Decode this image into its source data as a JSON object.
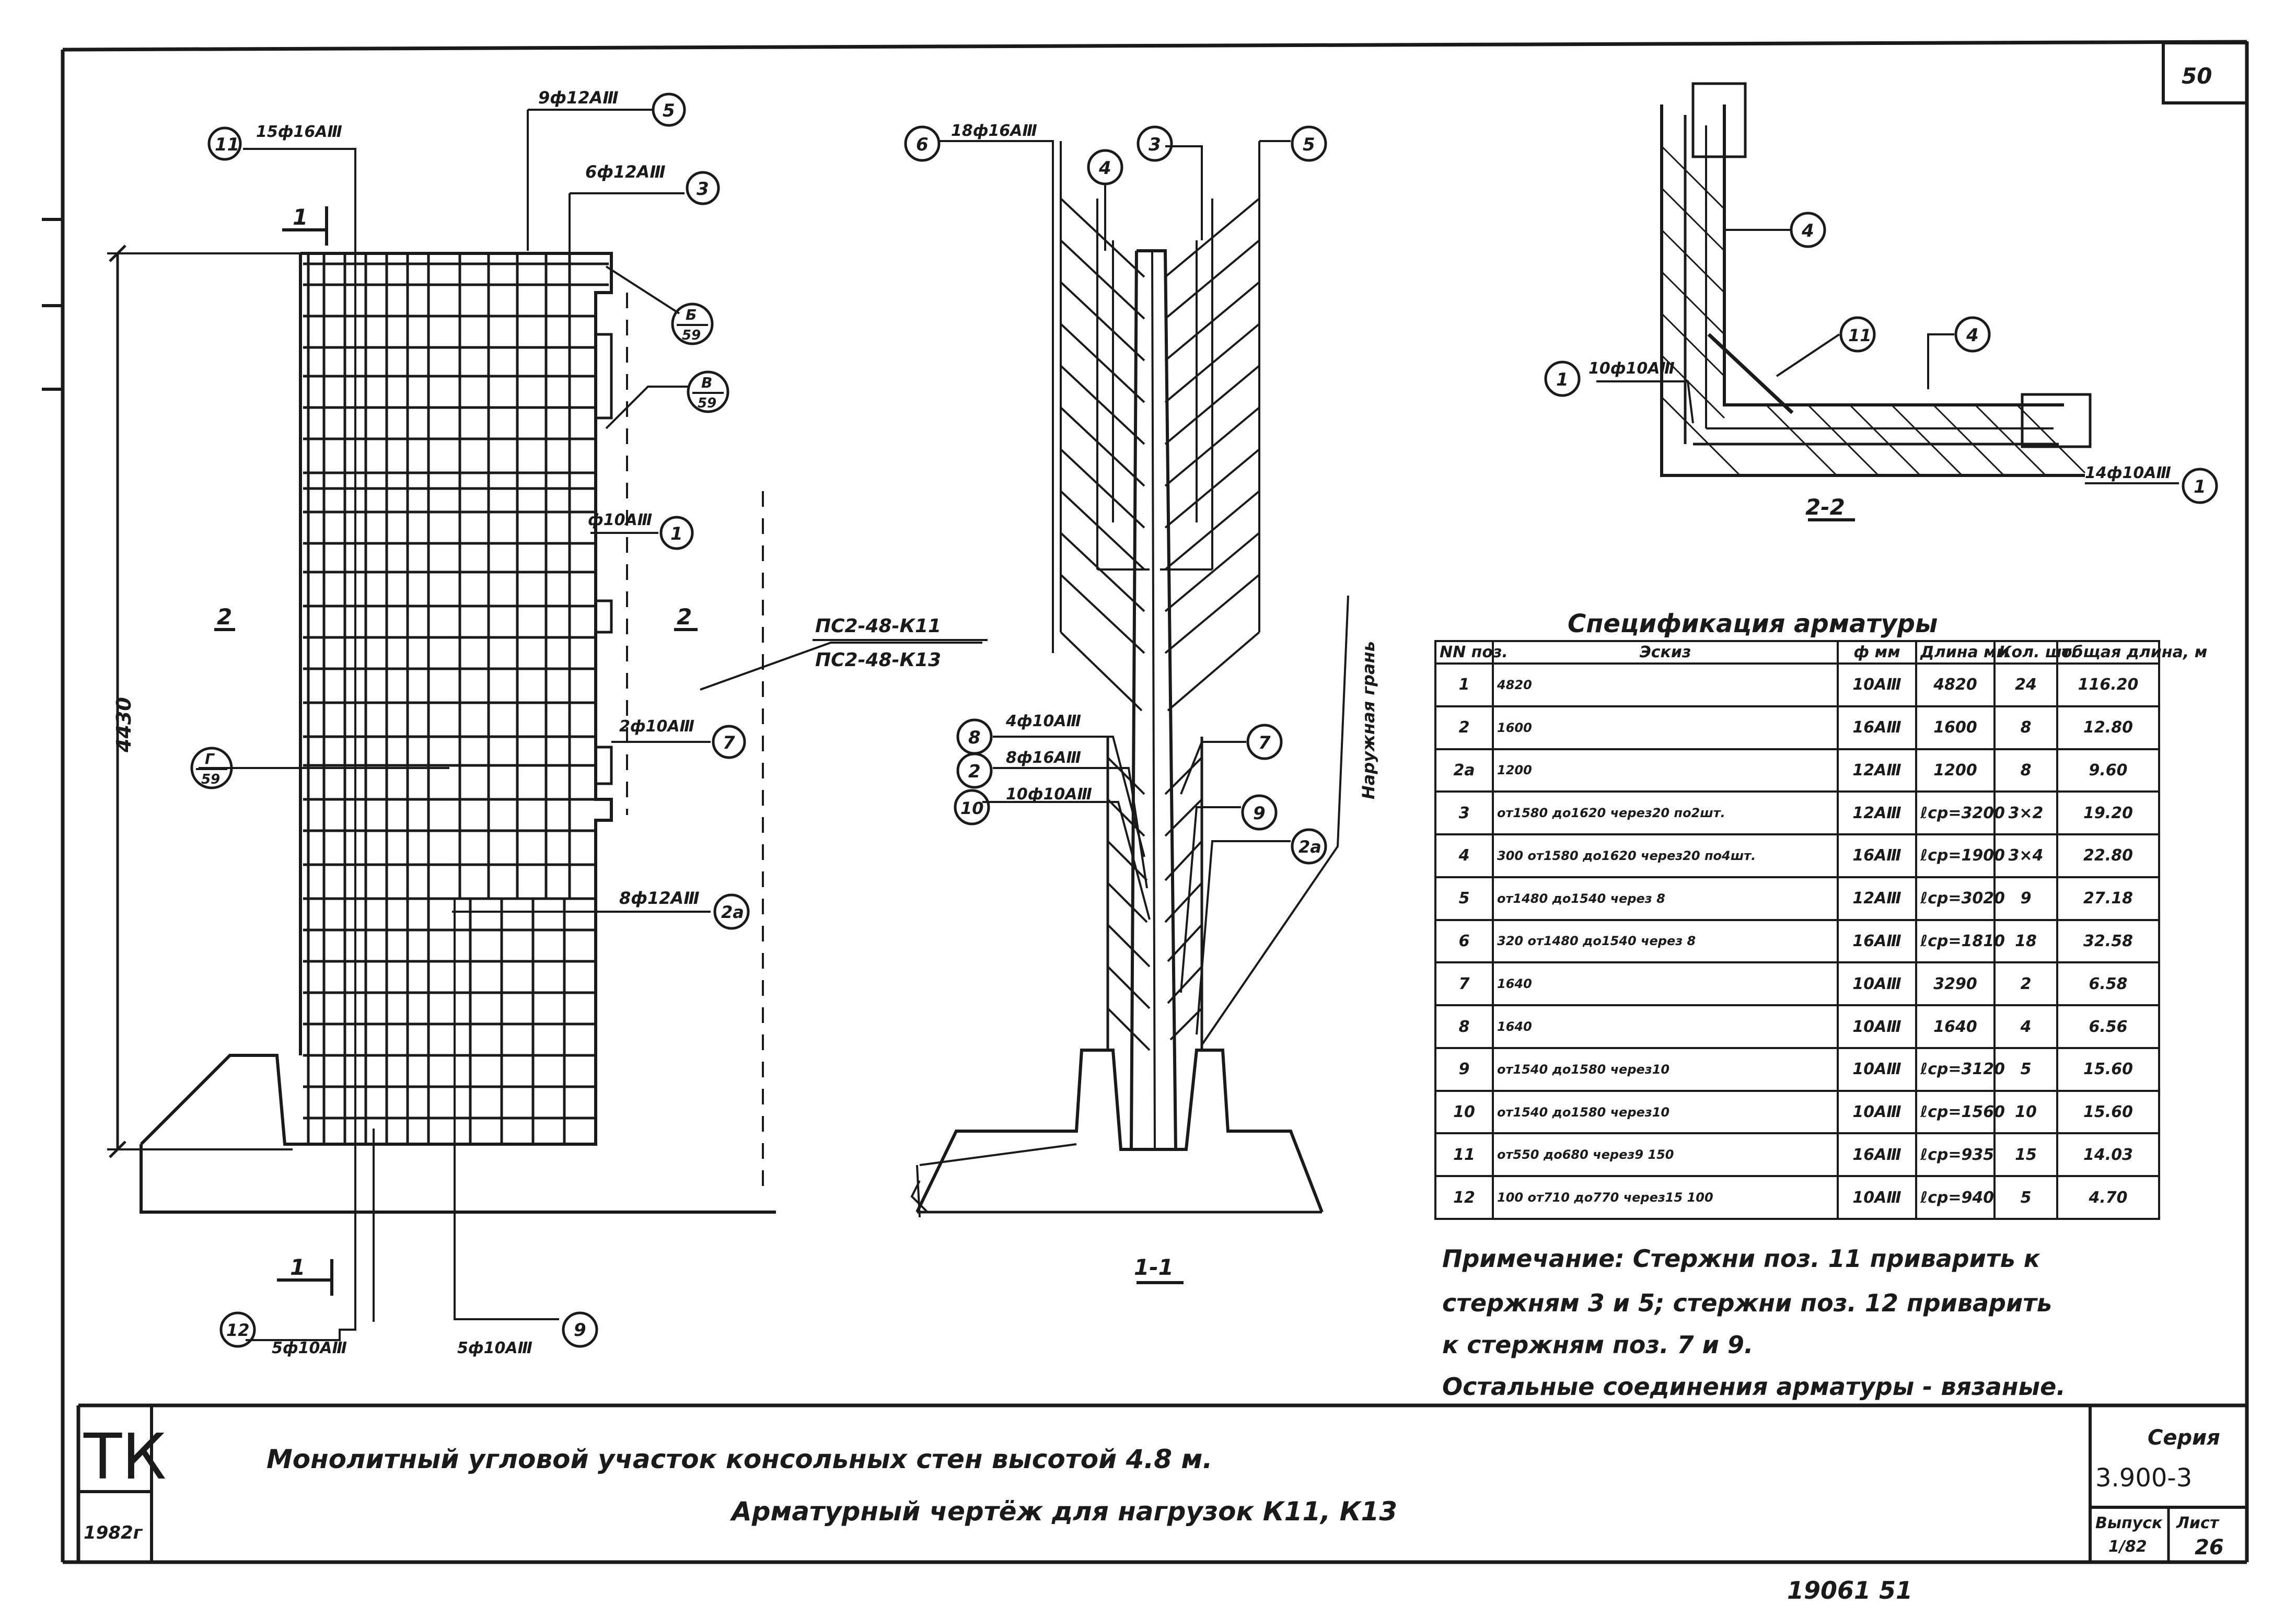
{
  "sheet": {
    "page_number": "50",
    "bottom_code": "19061 51"
  },
  "elevation": {
    "height_dim": "4430",
    "section_mark_top": "1",
    "section_mark_bottom": "1",
    "zone_left": "2",
    "zone_right": "2",
    "panel_label_1": "ПС2-48-К11",
    "panel_label_2": "ПС2-48-К13",
    "callouts": [
      {
        "num": "11",
        "text": "15ф16АⅢ"
      },
      {
        "num": "5",
        "text": "9ф12АⅢ"
      },
      {
        "num": "3",
        "text": "6ф12АⅢ"
      },
      {
        "num": "1",
        "text": "ф10АⅢ"
      },
      {
        "num": "7",
        "text": "2ф10АⅢ"
      },
      {
        "num": "2а",
        "text": "8ф12АⅢ"
      },
      {
        "num": "12",
        "text": "5ф10АⅢ"
      },
      {
        "num": "9",
        "text": "5ф10АⅢ"
      }
    ],
    "node_refs": [
      {
        "top": "Б",
        "bottom": "59"
      },
      {
        "top": "В",
        "bottom": "59"
      },
      {
        "top": "Г",
        "bottom": "59"
      }
    ]
  },
  "section_1_1": {
    "title": "1-1",
    "outer_face": "Наружная грань",
    "callouts": [
      {
        "num": "6",
        "text": "18ф16АⅢ"
      },
      {
        "num": "4",
        "text": ""
      },
      {
        "num": "3",
        "text": ""
      },
      {
        "num": "5",
        "text": ""
      },
      {
        "num": "8",
        "text": "4ф10АⅢ"
      },
      {
        "num": "2",
        "text": "8ф16АⅢ"
      },
      {
        "num": "10",
        "text": "10ф10АⅢ"
      },
      {
        "num": "7",
        "text": ""
      },
      {
        "num": "9",
        "text": ""
      },
      {
        "num": "2а",
        "text": ""
      }
    ]
  },
  "section_2_2": {
    "title": "2-2",
    "callouts": [
      {
        "num": "4",
        "text": ""
      },
      {
        "num": "11",
        "text": ""
      },
      {
        "num": "4",
        "text": ""
      },
      {
        "num": "1",
        "text": "10ф10АⅢ"
      },
      {
        "num": "1",
        "text": "14ф10АⅢ"
      }
    ]
  },
  "spec": {
    "title": "Спецификация арматуры",
    "headers": [
      "NN поз.",
      "Эскиз",
      "ф мм",
      "Длина мм",
      "Кол. шт.",
      "общая длина, м"
    ],
    "rows": [
      {
        "pos": "1",
        "sketch": "4820",
        "dia": "10АⅢ",
        "len": "4820",
        "qty": "24",
        "total": "116.20"
      },
      {
        "pos": "2",
        "sketch": "1600",
        "dia": "16АⅢ",
        "len": "1600",
        "qty": "8",
        "total": "12.80"
      },
      {
        "pos": "2а",
        "sketch": "1200",
        "dia": "12АⅢ",
        "len": "1200",
        "qty": "8",
        "total": "9.60"
      },
      {
        "pos": "3",
        "sketch": "от1580 до1620 через20 по2шт.",
        "dia": "12АⅢ",
        "len": "ℓср=3200",
        "qty": "3×2",
        "total": "19.20"
      },
      {
        "pos": "4",
        "sketch": "300 от1580 до1620 через20 по4шт.",
        "dia": "16АⅢ",
        "len": "ℓср=1900",
        "qty": "3×4",
        "total": "22.80"
      },
      {
        "pos": "5",
        "sketch": "от1480 до1540 через 8",
        "dia": "12АⅢ",
        "len": "ℓср=3020",
        "qty": "9",
        "total": "27.18"
      },
      {
        "pos": "6",
        "sketch": "320 от1480 до1540 через 8",
        "dia": "16АⅢ",
        "len": "ℓср=1810",
        "qty": "18",
        "total": "32.58"
      },
      {
        "pos": "7",
        "sketch": "1640",
        "dia": "10АⅢ",
        "len": "3290",
        "qty": "2",
        "total": "6.58"
      },
      {
        "pos": "8",
        "sketch": "1640",
        "dia": "10АⅢ",
        "len": "1640",
        "qty": "4",
        "total": "6.56"
      },
      {
        "pos": "9",
        "sketch": "от1540 до1580 через10",
        "dia": "10АⅢ",
        "len": "ℓср=3120",
        "qty": "5",
        "total": "15.60"
      },
      {
        "pos": "10",
        "sketch": "от1540 до1580 через10",
        "dia": "10АⅢ",
        "len": "ℓср=1560",
        "qty": "10",
        "total": "15.60"
      },
      {
        "pos": "11",
        "sketch": "от550 до680 через9 150",
        "dia": "16АⅢ",
        "len": "ℓср=935",
        "qty": "15",
        "total": "14.03"
      },
      {
        "pos": "12",
        "sketch": "100 от710 до770 через15 100",
        "dia": "10АⅢ",
        "len": "ℓср=940",
        "qty": "5",
        "total": "4.70"
      }
    ]
  },
  "note": {
    "line1": "Примечание: Стержни поз. 11 приварить к",
    "line2": "стержням 3 и 5; стержни поз. 12 приварить",
    "line3": "к стержням поз. 7 и 9.",
    "line4": "Остальные соединения арматуры - вязаные."
  },
  "stamp": {
    "logo": "ТК",
    "year": "1982г",
    "title_line1": "Монолитный угловой участок консольных стен высотой 4.8 м.",
    "title_line2": "Арматурный чертёж для нагрузок К11, К13",
    "series_label": "Серия",
    "series_value": "3.900-3",
    "issue_label": "Выпуск",
    "issue_value": "1/82",
    "sheet_label": "Лист",
    "sheet_value": "26"
  }
}
